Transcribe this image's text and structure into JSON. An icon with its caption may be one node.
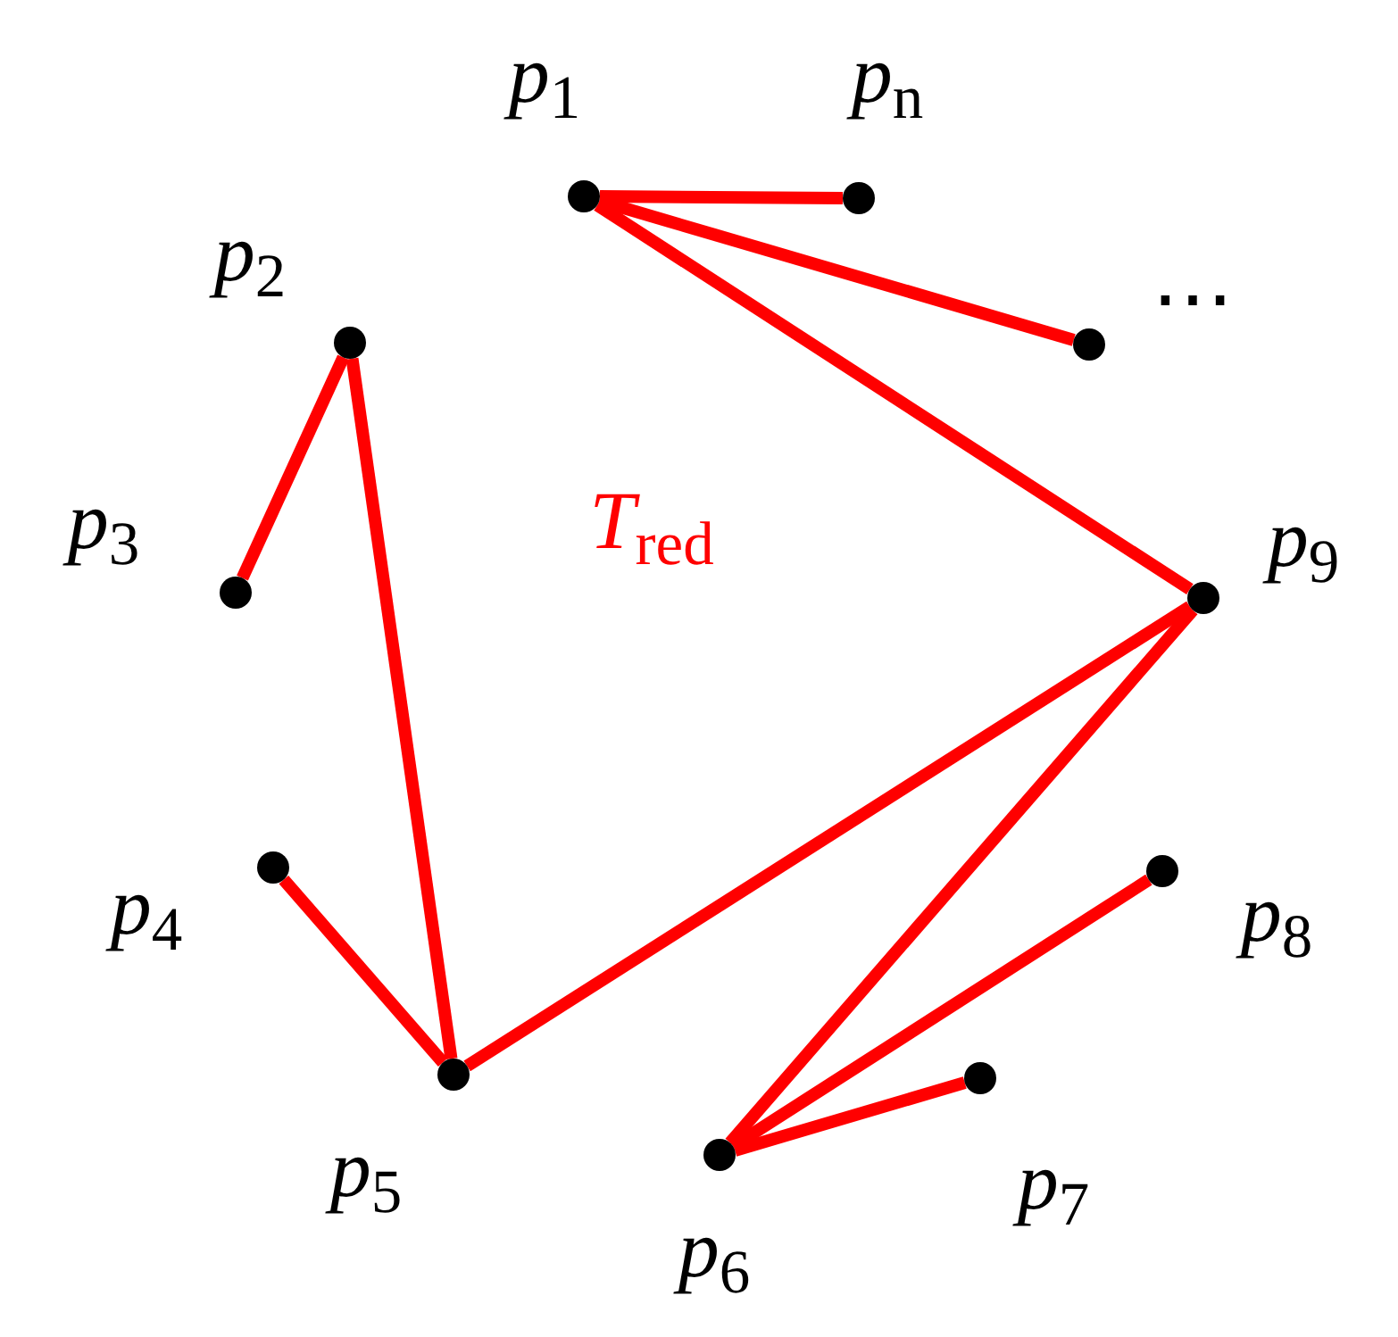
{
  "diagram": {
    "nodes": [
      {
        "text": [],
        "shape": "circle",
        "beside": [
          "*p*$_{1}$"
        ]
      },
      {
        "text": [],
        "shape": "circle",
        "beside": [
          "*p*$_{n}$"
        ]
      },
      {
        "text": [],
        "shape": "circle",
        "beside": [
          "*p*$_{2}$"
        ]
      },
      {
        "text": [],
        "shape": "circle",
        "beside": [
          "⋯"
        ]
      },
      {
        "text": [],
        "shape": "circle",
        "beside": [
          "*p*$_{3}$"
        ]
      },
      {
        "text": [],
        "shape": "circle",
        "beside": [
          "*p*$_{9}$"
        ]
      },
      {
        "text": [],
        "shape": "circle",
        "beside": [
          "*p*$_{4}$"
        ]
      },
      {
        "text": [],
        "shape": "circle",
        "beside": [
          "*p*$_{8}$"
        ]
      },
      {
        "text": [],
        "shape": "circle",
        "beside": [
          "*p*$_{5}$"
        ]
      },
      {
        "text": [],
        "shape": "circle",
        "beside": [
          "*p*$_{7}$"
        ]
      },
      {
        "text": [],
        "shape": "circle",
        "beside": [
          "*p*$_{6}$"
        ]
      }
    ],
    "edges": [
      {
        "from": 0,
        "to": 1,
        "arrow": "none"
      },
      {
        "from": 0,
        "to": 3,
        "arrow": "none"
      },
      {
        "from": 0,
        "to": 5,
        "arrow": "none"
      },
      {
        "from": 2,
        "to": 4,
        "arrow": "none"
      },
      {
        "from": 2,
        "to": 8,
        "arrow": "none"
      },
      {
        "from": 6,
        "to": 8,
        "arrow": "none"
      },
      {
        "from": 8,
        "to": 5,
        "arrow": "none"
      },
      {
        "from": 5,
        "to": 10,
        "arrow": "none"
      },
      {
        "from": 10,
        "to": 7,
        "arrow": "none"
      },
      {
        "from": 10,
        "to": 9,
        "arrow": "none"
      }
    ],
    "labels": [
      "*T*$_{red}$"
    ]
  }
}
